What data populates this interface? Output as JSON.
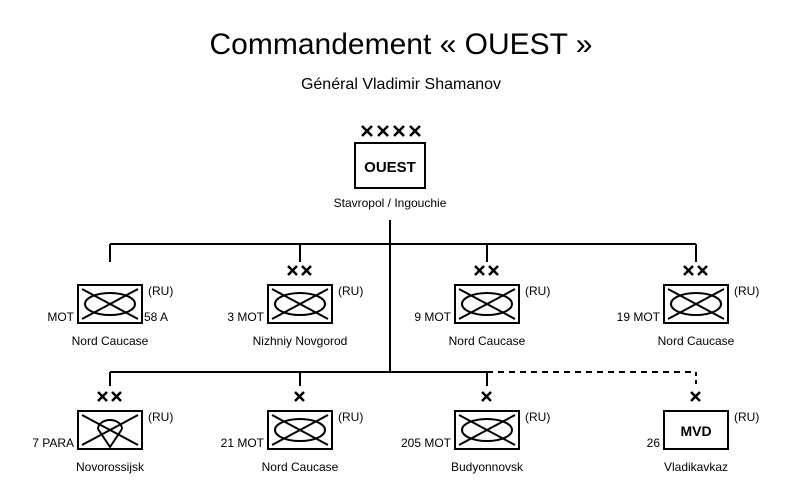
{
  "title": "Commandement « OUEST »",
  "subtitle": "Général Vladimir Shamanov",
  "hq": {
    "echelon": "XXXX",
    "symbol_text": "OUEST",
    "location": "Stavropol / Ingouchie"
  },
  "units": [
    {
      "id": "u1",
      "echelon": "",
      "type": "MOT",
      "designation": "",
      "suffix": "58 A",
      "nation": "(RU)",
      "location": "Nord Caucase"
    },
    {
      "id": "u2",
      "echelon": "XX",
      "type": "MOT",
      "designation": "3",
      "suffix": "",
      "nation": "(RU)",
      "location": "Nizhniy Novgorod"
    },
    {
      "id": "u3",
      "echelon": "XX",
      "type": "MOT",
      "designation": "9",
      "suffix": "",
      "nation": "(RU)",
      "location": "Nord Caucase"
    },
    {
      "id": "u4",
      "echelon": "XX",
      "type": "MOT",
      "designation": "19",
      "suffix": "",
      "nation": "(RU)",
      "location": "Nord Caucase"
    },
    {
      "id": "u5",
      "echelon": "XX",
      "type": "PARA",
      "designation": "7",
      "suffix": "",
      "nation": "(RU)",
      "location": "Novorossijsk"
    },
    {
      "id": "u6",
      "echelon": "X",
      "type": "MOT",
      "designation": "21",
      "suffix": "",
      "nation": "(RU)",
      "location": "Nord Caucase"
    },
    {
      "id": "u7",
      "echelon": "X",
      "type": "MOT",
      "designation": "205",
      "suffix": "",
      "nation": "(RU)",
      "location": "Budyonnovsk"
    },
    {
      "id": "u8",
      "echelon": "X",
      "type": "MVD",
      "designation": "26",
      "suffix": "",
      "nation": "(RU)",
      "location": "Vladikavkaz"
    }
  ]
}
